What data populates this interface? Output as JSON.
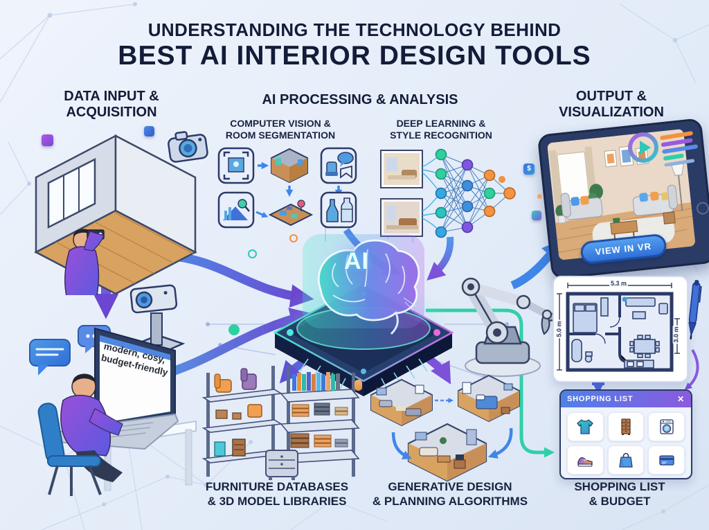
{
  "title": {
    "line1": "UNDERSTANDING THE TECHNOLOGY BEHIND",
    "line2": "BEST AI INTERIOR DESIGN TOOLS"
  },
  "columns": {
    "input": {
      "header": "DATA INPUT &\nACQUISITION"
    },
    "processing": {
      "header": "AI PROCESSING & ANALYSIS",
      "sub_left": "COMPUTER VISION &\nROOM SEGMENTATION",
      "sub_right": "DEEP LEARNING &\nSTYLE RECOGNITION"
    },
    "output": {
      "header": "OUTPUT &\nVISUALIZATION"
    }
  },
  "center": {
    "chip_label": "AI"
  },
  "input_scene": {
    "laptop_text": "modern, cosy,\nbudget-friendly"
  },
  "output_scene": {
    "vr_button_label": "VIEW IN VR"
  },
  "floorplan": {
    "width_label": "5.3 m",
    "left_label": "5.0 m",
    "right_label": "3.0 m"
  },
  "shopping": {
    "title": "SHOPPING LIST",
    "close_label": "✕",
    "items": [
      {
        "icon": "tshirt-icon"
      },
      {
        "icon": "dresser-icon"
      },
      {
        "icon": "washing-machine-icon"
      },
      {
        "icon": "sneaker-icon"
      },
      {
        "icon": "shopping-bag-icon"
      },
      {
        "icon": "credit-card-icon"
      }
    ]
  },
  "footers": {
    "furniture": "FURNITURE DATABASES\n& 3D MODEL LIBRARIES",
    "generative": "GENERATIVE DESIGN\n& PLANNING ALGORITHMS",
    "shopping": "SHOPPING LIST\n& BUDGET"
  },
  "decor": {
    "chip_glyph": "$"
  },
  "colors": {
    "navy": "#16213e",
    "accent_blue": "#3f86e8",
    "accent_purple": "#7b52d8",
    "accent_teal": "#2fd0a8",
    "accent_orange": "#f0923f",
    "background": "#e4ecf8"
  }
}
